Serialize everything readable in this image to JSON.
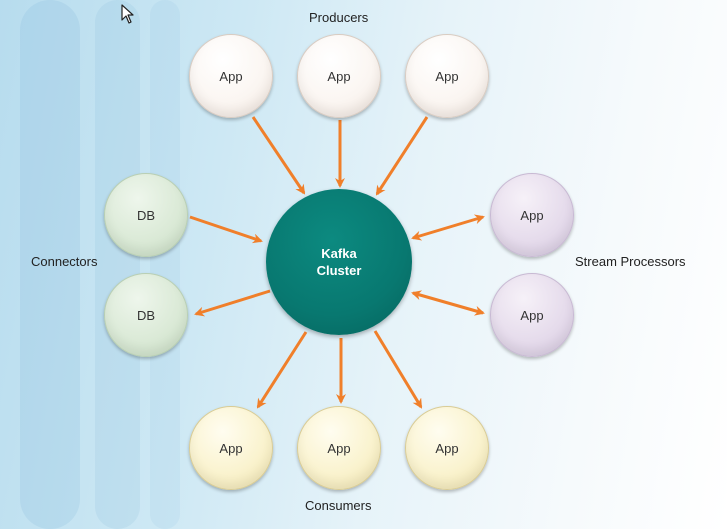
{
  "center": {
    "line1": "Kafka",
    "line2": "Cluster",
    "color": "#087870"
  },
  "groups": {
    "producers": "Producers",
    "connectors": "Connectors",
    "stream_processors": "Stream Processors",
    "consumers": "Consumers"
  },
  "nodes": {
    "producers": [
      "App",
      "App",
      "App"
    ],
    "connectors": [
      "DB",
      "DB"
    ],
    "stream_processors": [
      "App",
      "App"
    ],
    "consumers": [
      "App",
      "App",
      "App"
    ]
  },
  "arrow_color": "#f07f2a",
  "cursor_icon": "mouse-pointer-icon"
}
